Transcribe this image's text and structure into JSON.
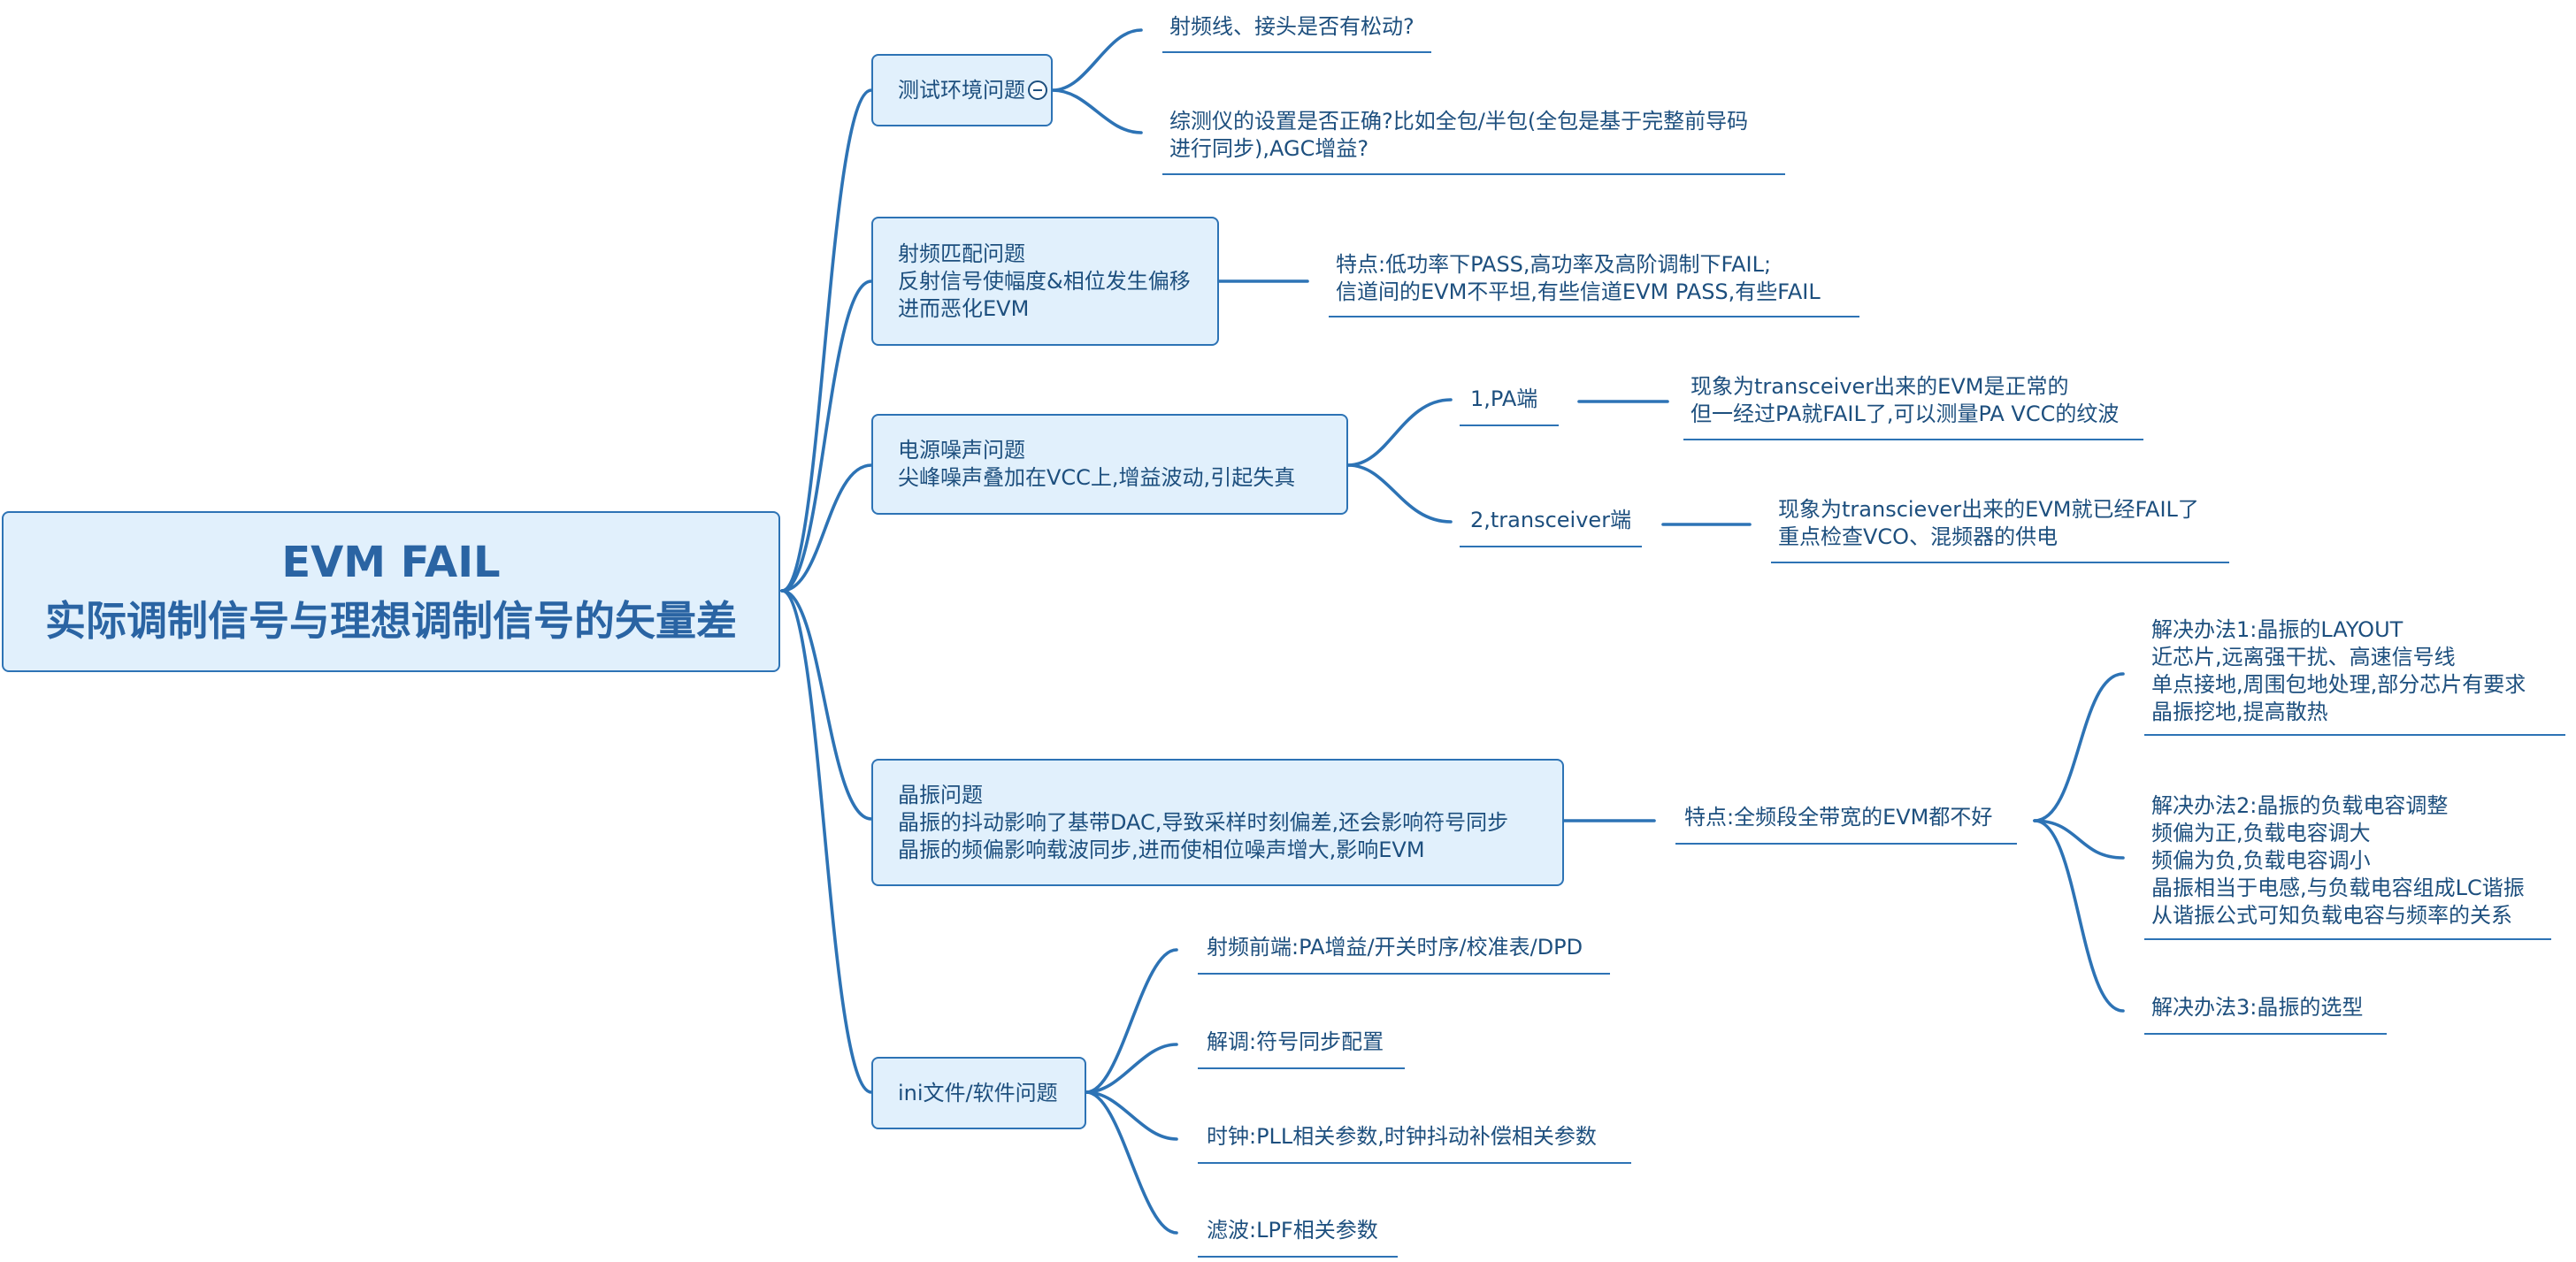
{
  "root": {
    "title": "EVM FAIL",
    "subtitle": "实际调制信号与理想调制信号的矢量差"
  },
  "branches": {
    "test_env": {
      "label": "测试环境问题",
      "items": {
        "rf_cable": "射频线、接头是否有松动?",
        "tester_line1": "综测仪的设置是否正确?比如全包/半包(全包是基于完整前导码",
        "tester_line2": "进行同步),AGC增益?"
      }
    },
    "rf_match": {
      "line1": "射频匹配问题",
      "line2": "反射信号使幅度&相位发生偏移",
      "line3": "进而恶化EVM",
      "feature_line1": "特点:低功率下PASS,高功率及高阶调制下FAIL;",
      "feature_line2": "信道间的EVM不平坦,有些信道EVM PASS,有些FAIL"
    },
    "power_noise": {
      "line1": "电源噪声问题",
      "line2": "尖峰噪声叠加在VCC上,增益波动,引起失真",
      "pa": {
        "label": "1,PA端",
        "detail_line1": "现象为transceiver出来的EVM是正常的",
        "detail_line2": "但一经过PA就FAIL了,可以测量PA VCC的纹波"
      },
      "trx": {
        "label": "2,transceiver端",
        "detail_line1": "现象为transciever出来的EVM就已经FAIL了",
        "detail_line2": "重点检查VCO、混频器的供电"
      }
    },
    "crystal": {
      "line1": "晶振问题",
      "line2": "晶振的抖动影响了基带DAC,导致采样时刻偏差,还会影响符号同步",
      "line3": "晶振的频偏影响载波同步,进而使相位噪声增大,影响EVM",
      "feature": "特点:全频段全带宽的EVM都不好",
      "solution1": {
        "line1": "解决办法1:晶振的LAYOUT",
        "line2": "近芯片,远离强干扰、高速信号线",
        "line3": "单点接地,周围包地处理,部分芯片有要求",
        "line4": "晶振挖地,提高散热"
      },
      "solution2": {
        "line1": "解决办法2:晶振的负载电容调整",
        "line2": "频偏为正,负载电容调大",
        "line3": "频偏为负,负载电容调小",
        "line4": "晶振相当于电感,与负载电容组成LC谐振",
        "line5": "从谐振公式可知负载电容与频率的关系"
      },
      "solution3": "解决办法3:晶振的选型"
    },
    "software": {
      "label": "ini文件/软件问题",
      "rf_frontend": "射频前端:PA增益/开关时序/校准表/DPD",
      "demod": "解调:符号同步配置",
      "clock": "时钟:PLL相关参数,时钟抖动补偿相关参数",
      "filter": "滤波:LPF相关参数"
    }
  },
  "colors": {
    "node_fill": "#e1f0fc",
    "node_border": "#2d73b5",
    "text": "#1d4f7e",
    "root_text": "#2a64a3"
  }
}
